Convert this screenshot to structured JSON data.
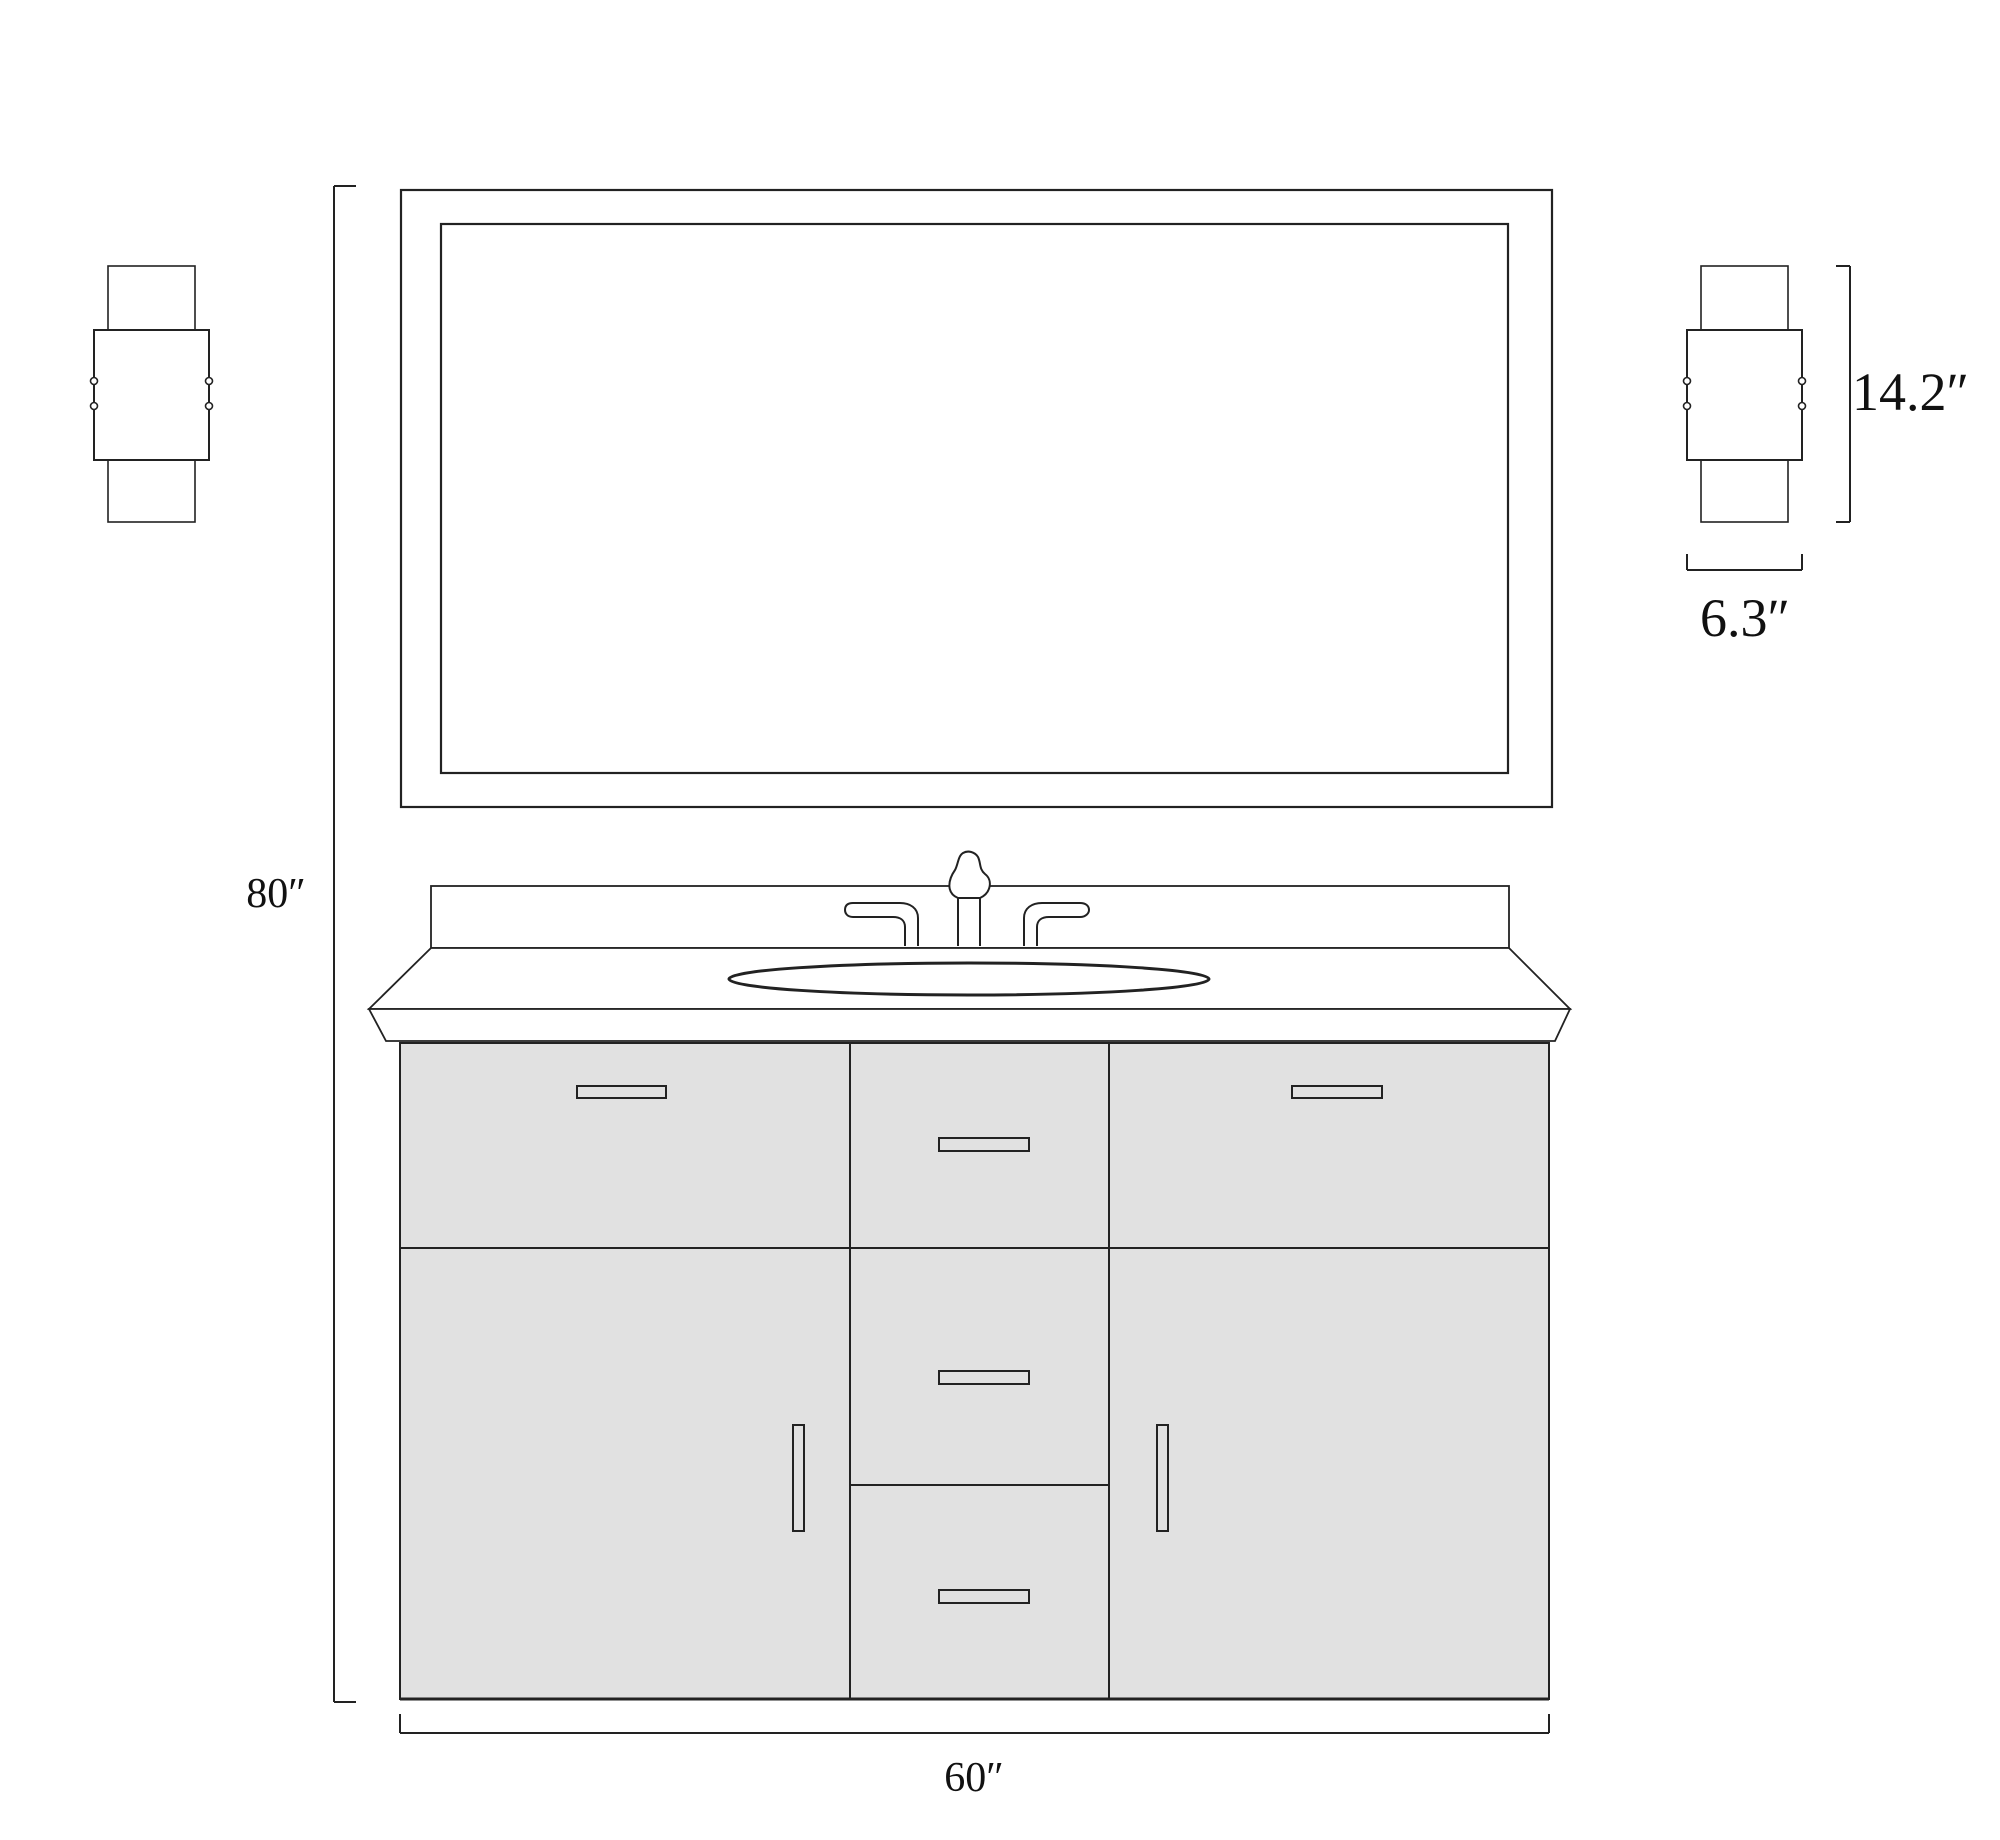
{
  "dimensions": {
    "overall_height": "80″",
    "vanity_width": "60″",
    "sconce_height": "14.2″",
    "sconce_width": "6.3″"
  },
  "colors": {
    "cabinet_fill": "#e1e1e1",
    "line": "#222222",
    "background": "#ffffff"
  }
}
